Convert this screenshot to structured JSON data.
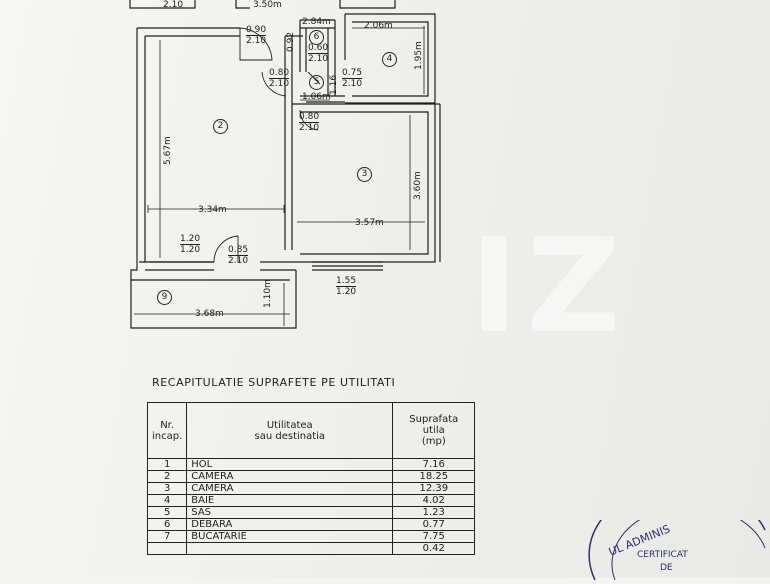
{
  "plan": {
    "top_dims": {
      "a": "2.10",
      "b": "3.50m"
    },
    "doors": [
      {
        "id": "d1",
        "w": "0.90",
        "h": "2.10"
      },
      {
        "id": "d2",
        "w": "0.80",
        "h": "2.10"
      },
      {
        "id": "d3",
        "w": "0.75",
        "h": "2.10"
      },
      {
        "id": "d4",
        "w": "0.80",
        "h": "2.10"
      },
      {
        "id": "d5",
        "w": "0.85",
        "h": "2.10"
      },
      {
        "id": "d6",
        "w": "0.60",
        "h": "2.10"
      }
    ],
    "windows": [
      {
        "id": "w1",
        "w": "1.20",
        "h": "1.20"
      },
      {
        "id": "w2",
        "w": "1.55",
        "h": "1.20"
      }
    ],
    "dims": {
      "d284": "2.84m",
      "d092": "0.92",
      "d206": "2.06m",
      "d195": "1.95m",
      "d106": "1.06m",
      "d116": "1.16",
      "d567": "5.67m",
      "d360": "3.60m",
      "d334": "3.34m",
      "d357": "3.57m",
      "d368": "3.68m",
      "d110": "1.10m"
    },
    "rooms": [
      "2",
      "3",
      "4",
      "5",
      "6",
      "9"
    ]
  },
  "table": {
    "title": "RECAPITULATIE SUPRAFETE PE UTILITATI",
    "headers": {
      "nr": [
        "Nr.",
        "incap."
      ],
      "util": [
        "Utilitatea",
        "sau destinatia"
      ],
      "supr": [
        "Suprafata",
        "utila",
        "(mp)"
      ]
    },
    "rows": [
      {
        "nr": "1",
        "name": "HOL",
        "area": "7.16"
      },
      {
        "nr": "2",
        "name": "CAMERA",
        "area": "18.25"
      },
      {
        "nr": "3",
        "name": "CAMERA",
        "area": "12.39"
      },
      {
        "nr": "4",
        "name": "BAIE",
        "area": "4.02"
      },
      {
        "nr": "5",
        "name": "SAS",
        "area": "1.23"
      },
      {
        "nr": "6",
        "name": "DEBARA",
        "area": "0.77"
      },
      {
        "nr": "7",
        "name": "BUCATARIE",
        "area": "7.75"
      },
      {
        "nr": "",
        "name": "",
        "area": "0.42"
      }
    ]
  },
  "watermark": "IZ",
  "stamp": {
    "line1": "UL ADMINIS",
    "line2": "CERTIFICAT",
    "line3": "DE"
  }
}
